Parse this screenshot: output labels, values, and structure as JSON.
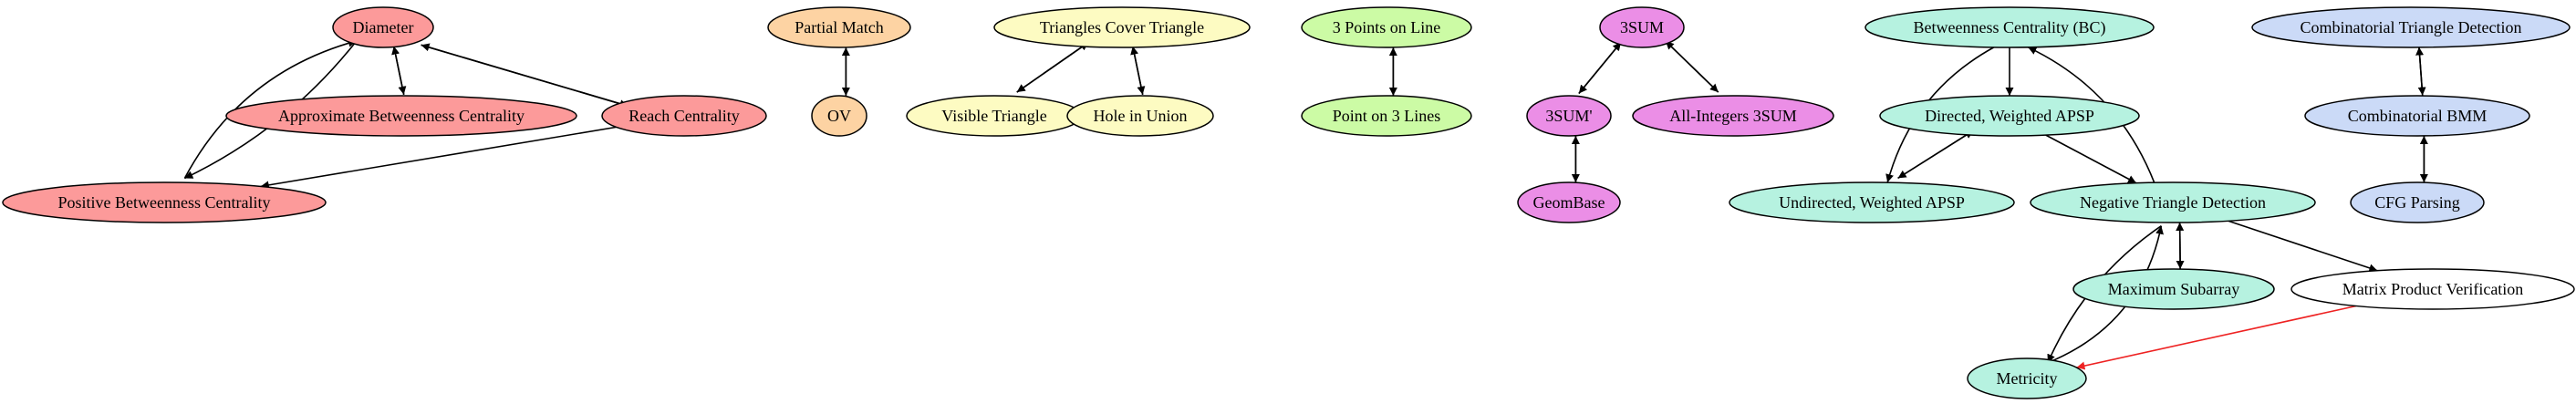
{
  "colors": {
    "red": "#fc9a9a",
    "orange": "#fdd3a3",
    "yellow": "#fdfbc2",
    "green": "#ccfba5",
    "magenta": "#eb8ee6",
    "teal": "#b6f2e0",
    "blue": "#cbdaf7",
    "white": "#ffffff",
    "edge": "#000000",
    "edge_highlight": "#ee2222"
  },
  "nodes": [
    {
      "id": "diameter",
      "label": "Diameter",
      "color": "red"
    },
    {
      "id": "approx_bc",
      "label": "Approximate Betweenness Centrality",
      "color": "red"
    },
    {
      "id": "reach",
      "label": "Reach Centrality",
      "color": "red"
    },
    {
      "id": "pos_bc",
      "label": "Positive Betweenness Centrality",
      "color": "red"
    },
    {
      "id": "partial_match",
      "label": "Partial Match",
      "color": "orange"
    },
    {
      "id": "ov",
      "label": "OV",
      "color": "orange"
    },
    {
      "id": "tri_cover",
      "label": "Triangles Cover Triangle",
      "color": "yellow"
    },
    {
      "id": "visible_tri",
      "label": "Visible Triangle",
      "color": "yellow"
    },
    {
      "id": "hole_union",
      "label": "Hole in Union",
      "color": "yellow"
    },
    {
      "id": "three_points",
      "label": "3 Points on Line",
      "color": "green"
    },
    {
      "id": "point_three",
      "label": "Point on 3 Lines",
      "color": "green"
    },
    {
      "id": "sum3",
      "label": "3SUM",
      "color": "magenta"
    },
    {
      "id": "sum3p",
      "label": "3SUM'",
      "color": "magenta"
    },
    {
      "id": "allint",
      "label": "All-Integers 3SUM",
      "color": "magenta"
    },
    {
      "id": "geombase",
      "label": "GeomBase",
      "color": "magenta"
    },
    {
      "id": "bc",
      "label": "Betweenness Centrality (BC)",
      "color": "teal"
    },
    {
      "id": "dir_apsp",
      "label": "Directed, Weighted APSP",
      "color": "teal"
    },
    {
      "id": "undir_apsp",
      "label": "Undirected, Weighted APSP",
      "color": "teal"
    },
    {
      "id": "neg_tri",
      "label": "Negative Triangle Detection",
      "color": "teal"
    },
    {
      "id": "max_sub",
      "label": "Maximum Subarray",
      "color": "teal"
    },
    {
      "id": "mpv",
      "label": "Matrix Product Verification",
      "color": "white"
    },
    {
      "id": "metricity",
      "label": "Metricity",
      "color": "teal"
    },
    {
      "id": "comb_tri",
      "label": "Combinatorial Triangle Detection",
      "color": "blue"
    },
    {
      "id": "comb_bmm",
      "label": "Combinatorial BMM",
      "color": "blue"
    },
    {
      "id": "cfg",
      "label": "CFG Parsing",
      "color": "blue"
    }
  ],
  "edges": [
    {
      "from": "diameter",
      "to": "approx_bc"
    },
    {
      "from": "approx_bc",
      "to": "diameter"
    },
    {
      "from": "diameter",
      "to": "reach"
    },
    {
      "from": "reach",
      "to": "diameter"
    },
    {
      "from": "diameter",
      "to": "pos_bc"
    },
    {
      "from": "pos_bc",
      "to": "diameter"
    },
    {
      "from": "reach",
      "to": "pos_bc"
    },
    {
      "from": "partial_match",
      "to": "ov"
    },
    {
      "from": "ov",
      "to": "partial_match"
    },
    {
      "from": "tri_cover",
      "to": "visible_tri"
    },
    {
      "from": "visible_tri",
      "to": "tri_cover"
    },
    {
      "from": "tri_cover",
      "to": "hole_union"
    },
    {
      "from": "hole_union",
      "to": "tri_cover"
    },
    {
      "from": "three_points",
      "to": "point_three"
    },
    {
      "from": "point_three",
      "to": "three_points"
    },
    {
      "from": "sum3",
      "to": "sum3p"
    },
    {
      "from": "sum3p",
      "to": "sum3"
    },
    {
      "from": "sum3",
      "to": "allint"
    },
    {
      "from": "allint",
      "to": "sum3"
    },
    {
      "from": "sum3p",
      "to": "geombase"
    },
    {
      "from": "geombase",
      "to": "sum3p"
    },
    {
      "from": "bc",
      "to": "dir_apsp"
    },
    {
      "from": "bc",
      "to": "undir_apsp"
    },
    {
      "from": "dir_apsp",
      "to": "undir_apsp"
    },
    {
      "from": "undir_apsp",
      "to": "dir_apsp"
    },
    {
      "from": "dir_apsp",
      "to": "neg_tri"
    },
    {
      "from": "neg_tri",
      "to": "bc"
    },
    {
      "from": "neg_tri",
      "to": "max_sub"
    },
    {
      "from": "max_sub",
      "to": "neg_tri"
    },
    {
      "from": "neg_tri",
      "to": "metricity"
    },
    {
      "from": "metricity",
      "to": "neg_tri"
    },
    {
      "from": "neg_tri",
      "to": "mpv"
    },
    {
      "from": "mpv",
      "to": "metricity",
      "highlight": true
    },
    {
      "from": "comb_tri",
      "to": "comb_bmm"
    },
    {
      "from": "comb_bmm",
      "to": "comb_tri"
    },
    {
      "from": "comb_bmm",
      "to": "cfg"
    },
    {
      "from": "cfg",
      "to": "comb_bmm"
    }
  ]
}
